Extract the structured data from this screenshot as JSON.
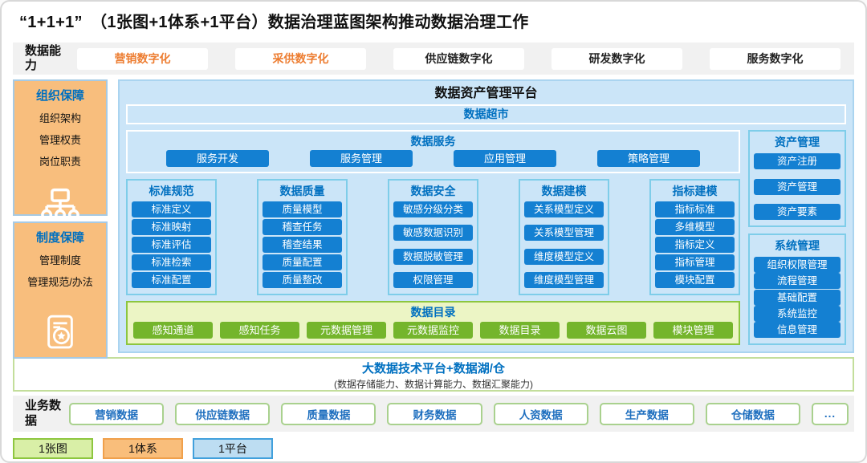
{
  "window": {
    "title": "“1+1+1”　（1张图+1体系+1平台）数据治理蓝图架构推动数据治理工作"
  },
  "colors": {
    "accent_orange": "#ED7D31",
    "button_blue": "#1480D2",
    "heading_blue": "#0070C0",
    "catalog_green": "#74B52C",
    "panel_blue": "#CBE5F8",
    "sidebar_orange": "#F8BE7D",
    "band_gray": "#F1F1F1"
  },
  "capability": {
    "label": "数据能力",
    "items": [
      "营销数字化",
      "采供数字化",
      "供应链数字化",
      "研发数字化",
      "服务数字化"
    ]
  },
  "sidebar": {
    "org": {
      "title": "组织保障",
      "items": [
        "组织架构",
        "管理权责",
        "岗位职责"
      ],
      "icon": "org-chart-icon"
    },
    "policy": {
      "title": "制度保障",
      "items": [
        "管理制度",
        "管理规范/办法"
      ],
      "icon": "policy-doc-icon"
    }
  },
  "platform": {
    "title": "数据资产管理平台",
    "data_mart": "数据超市",
    "data_service": {
      "title": "数据服务",
      "items": [
        "服务开发",
        "服务管理",
        "应用管理",
        "策略管理"
      ]
    },
    "columns": [
      {
        "title": "标准规范",
        "items": [
          "标准定义",
          "标准映射",
          "标准评估",
          "标准检索",
          "标准配置"
        ]
      },
      {
        "title": "数据质量",
        "items": [
          "质量模型",
          "稽查任务",
          "稽查结果",
          "质量配置",
          "质量整改"
        ]
      },
      {
        "title": "数据安全",
        "items": [
          "敏感分级分类",
          "敏感数据识别",
          "数据脱敏管理",
          "权限管理"
        ]
      },
      {
        "title": "数据建模",
        "items": [
          "关系模型定义",
          "关系模型管理",
          "维度模型定义",
          "维度模型管理"
        ]
      },
      {
        "title": "指标建模",
        "items": [
          "指标标准",
          "多维模型",
          "指标定义",
          "指标管理",
          "模块配置"
        ]
      }
    ],
    "catalog": {
      "title": "数据目录",
      "items": [
        "感知通道",
        "感知任务",
        "元数据管理",
        "元数据监控",
        "数据目录",
        "数据云图",
        "模块管理"
      ]
    },
    "asset": {
      "title": "资产管理",
      "items": [
        "资产注册",
        "资产管理",
        "资产要素"
      ]
    },
    "system": {
      "title": "系统管理",
      "items": [
        "组织权限管理",
        "流程管理",
        "基础配置",
        "系统监控",
        "信息管理"
      ]
    }
  },
  "bigdata": {
    "title": "大数据技术平台+数据湖/仓",
    "subtitle": "(数据存储能力、数据计算能力、数据汇聚能力)"
  },
  "business": {
    "label": "业务数据",
    "items": [
      "营销数据",
      "供应链数据",
      "质量数据",
      "财务数据",
      "人资数据",
      "生产数据",
      "仓储数据",
      "..."
    ]
  },
  "legend": [
    {
      "label": "1张图"
    },
    {
      "label": "1体系"
    },
    {
      "label": "1平台"
    }
  ]
}
